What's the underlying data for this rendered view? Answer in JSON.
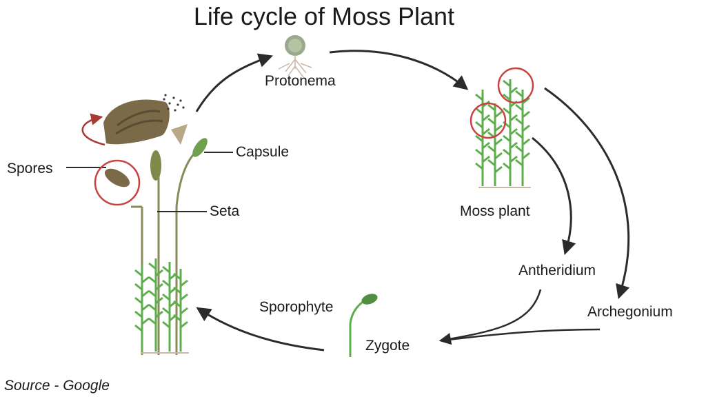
{
  "title": "Life cycle of Moss Plant",
  "labels": {
    "protonema": "Protonema",
    "moss_plant": "Moss plant",
    "antheridium": "Antheridium",
    "archegonium": "Archegonium",
    "zygote": "Zygote",
    "sporophyte": "Sporophyte",
    "spores": "Spores",
    "capsule": "Capsule",
    "seta": "Seta"
  },
  "source": "Source - Google",
  "colors": {
    "arrow": "#2b2b2b",
    "highlight_circle": "#c8423f",
    "leaf": "#5fae4e",
    "leaf_dark": "#3f8a3a",
    "capsule": "#8a8a4a",
    "spore_capsule": "#7a6a48"
  }
}
